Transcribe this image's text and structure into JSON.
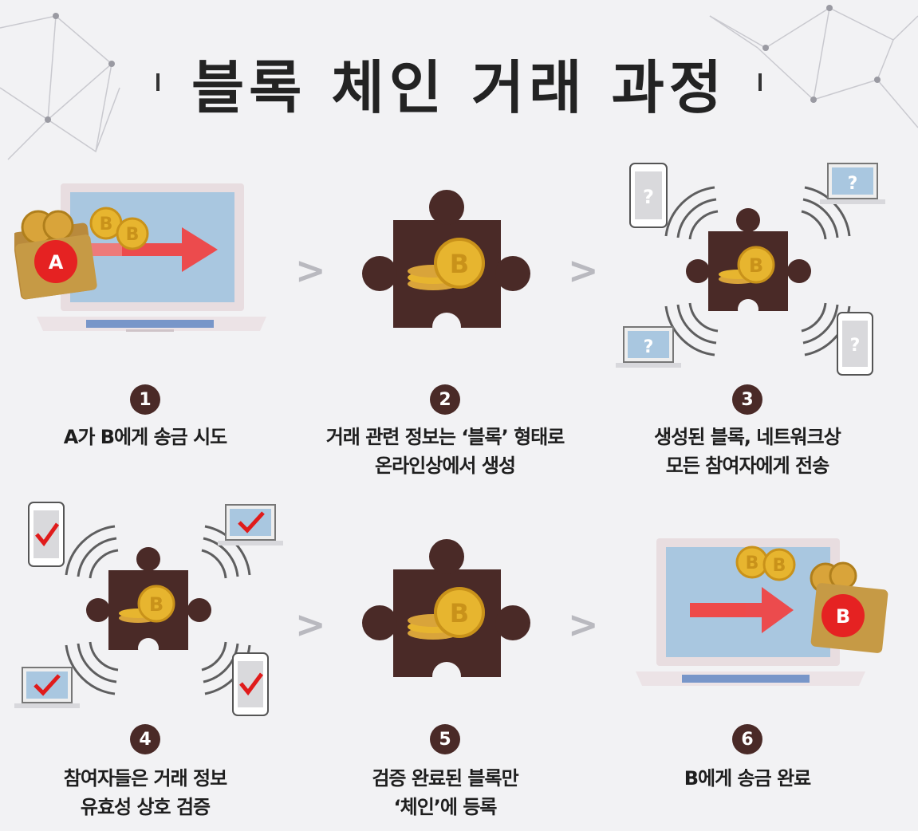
{
  "title": "블록 체인 거래 과정",
  "colors": {
    "puzzle": "#4a2a27",
    "coin": "#e7b52f",
    "wallet": "#b98a3c",
    "badge_red": "#e52222",
    "arrow_red": "#ef4444",
    "screen": "#a9c7e0",
    "laptop_frame": "#e8dde0",
    "check_red": "#e01b1b"
  },
  "steps": [
    {
      "num": "1",
      "lines": [
        "A가 B에게 송금 시도"
      ],
      "badge": "A",
      "icon": "laptop-send-icon"
    },
    {
      "num": "2",
      "lines": [
        "거래 관련 정보는 ‘블록’ 형태로",
        "온라인상에서 생성"
      ],
      "icon": "puzzle-block-icon"
    },
    {
      "num": "3",
      "lines": [
        "생성된 블록, 네트워크상",
        "모든 참여자에게 전송"
      ],
      "icon": "puzzle-broadcast-icon",
      "mark": "?"
    },
    {
      "num": "4",
      "lines": [
        "참여자들은 거래 정보",
        "유효성 상호 검증"
      ],
      "icon": "puzzle-verify-icon"
    },
    {
      "num": "5",
      "lines": [
        "검증 완료된 블록만",
        "‘체인’에 등록"
      ],
      "icon": "puzzle-block-icon"
    },
    {
      "num": "6",
      "lines": [
        "B에게 송금 완료"
      ],
      "badge": "B",
      "icon": "laptop-receive-icon"
    }
  ],
  "coin_symbol": "B",
  "arrow_glyph": ">"
}
